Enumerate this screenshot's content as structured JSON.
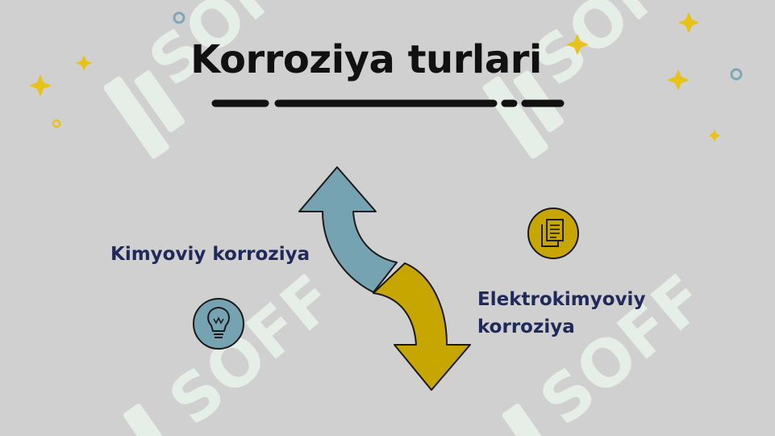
{
  "slide": {
    "title": "Korroziya turlari",
    "left_item": {
      "label": "Kimyoviy korroziya",
      "icon": "lightbulb-icon"
    },
    "right_item": {
      "label_line1": "Elektrokimyoviy",
      "label_line2": "korroziya",
      "icon": "document-icon"
    },
    "watermark_text": "SOFF"
  },
  "colors": {
    "background": "#d0d0d0",
    "arrow_up": "#76a3b1",
    "arrow_down": "#c8a600",
    "label_text": "#1f2a5a",
    "sparkle": "#e6c21a",
    "ring": "#7fa8b6",
    "watermark": "#e8f6ec"
  }
}
